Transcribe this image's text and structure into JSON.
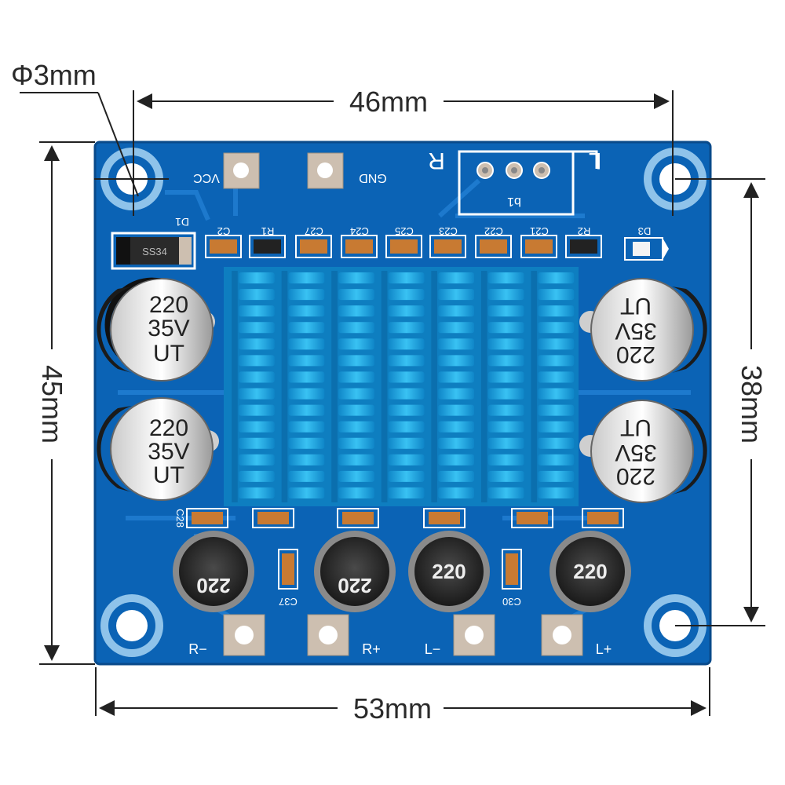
{
  "dimensions": {
    "hole_diameter": "Φ3mm",
    "hole_spacing_width": "46mm",
    "board_width": "53mm",
    "board_height": "45mm",
    "hole_spacing_height": "38mm"
  },
  "board": {
    "colors": {
      "pcb": "#0b63b5",
      "pcb_edge": "#0a4f93",
      "heatsink": "#1aa6e0",
      "pad": "#cdbfb0"
    },
    "terminals": {
      "vcc": "VCC",
      "gnd": "GND",
      "r_minus": "R−",
      "r_plus": "R+",
      "l_minus": "L−",
      "l_plus": "L+"
    },
    "channel_labels": {
      "right": "R",
      "left": "L"
    },
    "pot_label": "b1",
    "diode": {
      "ref": "D1",
      "marking": "SS34"
    },
    "led_ref": "D3",
    "top_components": [
      "C2",
      "R1",
      "C27",
      "C24",
      "C25",
      "C23",
      "C22",
      "C21",
      "R2"
    ],
    "capacitors": [
      {
        "value": "220",
        "voltage": "35V",
        "brand": "UT"
      },
      {
        "value": "220",
        "voltage": "35V",
        "brand": "UT"
      },
      {
        "value": "220",
        "voltage": "35V",
        "brand": "UT"
      },
      {
        "value": "220",
        "voltage": "35V",
        "brand": "UT"
      }
    ],
    "inductors": [
      "220",
      "220",
      "220",
      "220"
    ],
    "bottom_components": [
      "C28",
      "C37",
      "C30"
    ]
  }
}
